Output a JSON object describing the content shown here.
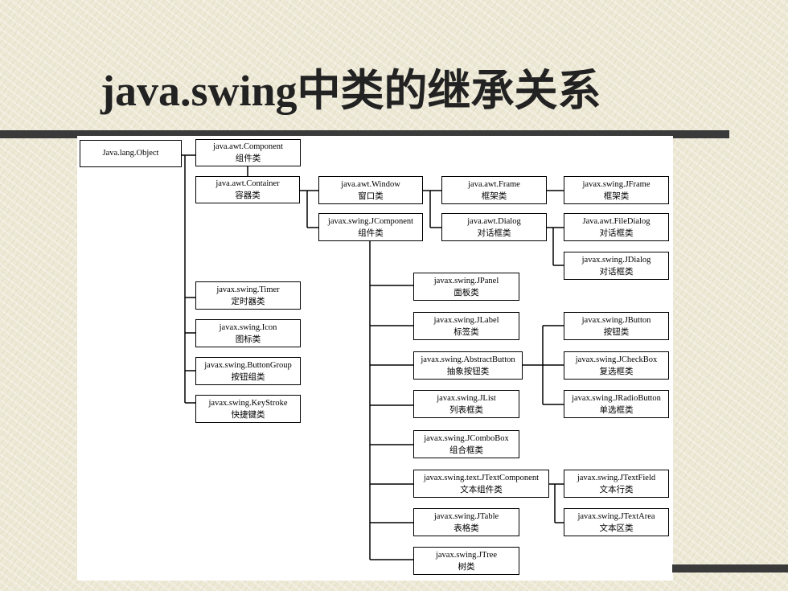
{
  "title": "java.swing中类的继承关系",
  "diagram": {
    "nodes": {
      "object": {
        "name": "Java.lang.Object"
      },
      "component": {
        "name": "java.awt.Component",
        "desc": "组件类"
      },
      "container": {
        "name": "java.awt.Container",
        "desc": "容器类"
      },
      "window": {
        "name": "java.awt.Window",
        "desc": "窗口类"
      },
      "frame": {
        "name": "java.awt.Frame",
        "desc": "框架类"
      },
      "jframe": {
        "name": "javax.swing.JFrame",
        "desc": "框架类"
      },
      "jcomponent": {
        "name": "javax.swing.JComponent",
        "desc": "组件类"
      },
      "dialog": {
        "name": "java.awt.Dialog",
        "desc": "对话框类"
      },
      "filedialog": {
        "name": "Java.awt.FileDialog",
        "desc": "对话框类"
      },
      "jdialog": {
        "name": "javax.swing.JDialog",
        "desc": "对话框类"
      },
      "timer": {
        "name": "javax.swing.Timer",
        "desc": "定时器类"
      },
      "icon": {
        "name": "javax.swing.Icon",
        "desc": "图标类"
      },
      "buttongroup": {
        "name": "javax.swing.ButtonGroup",
        "desc": "按钮组类"
      },
      "keystroke": {
        "name": "javax.swing.KeyStroke",
        "desc": "快捷键类"
      },
      "jpanel": {
        "name": "javax.swing.JPanel",
        "desc": "面板类"
      },
      "jlabel": {
        "name": "javax.swing.JLabel",
        "desc": "标签类"
      },
      "abstractbutton": {
        "name": "javax.swing.AbstractButton",
        "desc": "抽象按钮类"
      },
      "jlist": {
        "name": "javax.swing.JList",
        "desc": "列表框类"
      },
      "jcombobox": {
        "name": "javax.swing.JComboBox",
        "desc": "组合框类"
      },
      "jtextcomponent": {
        "name": "javax.swing.text.JTextComponent",
        "desc": "文本组件类"
      },
      "jtable": {
        "name": "javax.swing.JTable",
        "desc": "表格类"
      },
      "jtree": {
        "name": "javax.swing.JTree",
        "desc": "树类"
      },
      "jbutton": {
        "name": "javax.swing.JButton",
        "desc": "按钮类"
      },
      "jcheckbox": {
        "name": "javax.swing.JCheckBox",
        "desc": "复选框类"
      },
      "jradiobutton": {
        "name": "javax.swing.JRadioButton",
        "desc": "单选框类"
      },
      "jtextfield": {
        "name": "javax.swing.JTextField",
        "desc": "文本行类"
      },
      "jtextarea": {
        "name": "javax.swing.JTextArea",
        "desc": "文本区类"
      }
    }
  }
}
